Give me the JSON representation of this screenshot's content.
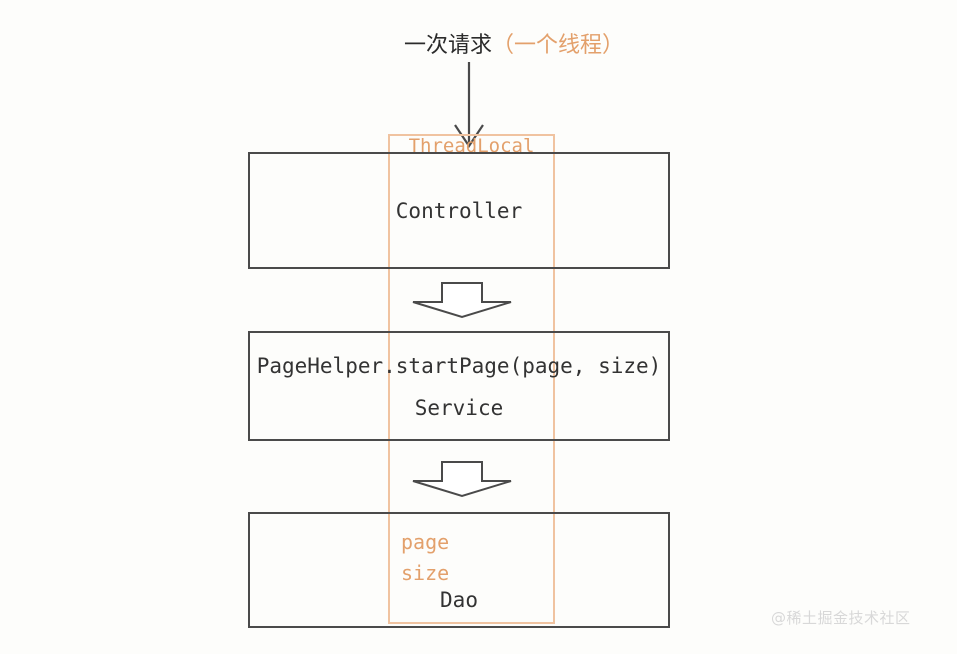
{
  "diagram": {
    "title_black": "一次请求",
    "title_orange": "（一个线程）",
    "threadlocal_label": "ThreadLocal",
    "controller_label": "Controller",
    "service_call": "PageHelper.startPage(page, size)",
    "service_label": "Service",
    "dao_var_page": "page",
    "dao_var_size": "size",
    "dao_label": "Dao",
    "watermark": "@稀土掘金技术社区",
    "colors": {
      "orange": "#e3a06b",
      "orange_border": "#f0c3a0",
      "box_border": "#4a4a4a",
      "text": "#333333",
      "background": "#fdfdfb",
      "watermark": "#d8d8d8"
    }
  }
}
